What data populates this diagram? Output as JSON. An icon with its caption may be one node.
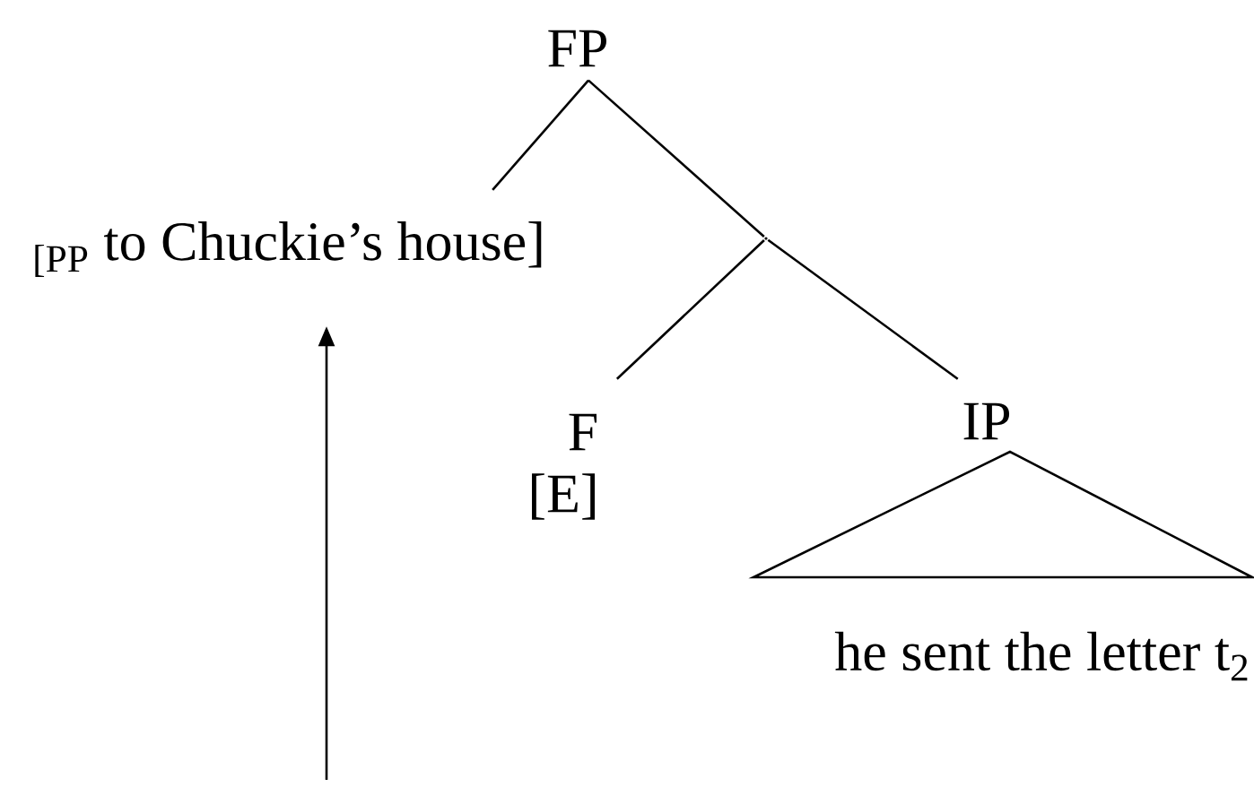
{
  "diagram": {
    "nodes": [
      {
        "text": [
          "FP"
        ]
      },
      {
        "text": [
          "$_{[PP}$ to Chuckie’s house]"
        ]
      },
      {
        "text": [],
        "shape": "point"
      },
      {
        "text": [
          "F"
        ],
        "beside": [
          "[E]"
        ]
      },
      {
        "text": [
          "IP"
        ]
      },
      {
        "text": [
          "he sent the letter t$_{2}$"
        ]
      }
    ],
    "edges": [
      {
        "from": 0,
        "to": 1,
        "arrow": "none"
      },
      {
        "from": 0,
        "to": 2,
        "arrow": "none"
      },
      {
        "from": 2,
        "to": 3,
        "arrow": "none"
      },
      {
        "from": 2,
        "to": 4,
        "arrow": "none"
      },
      {
        "from": null,
        "to": 1,
        "arrow": "to"
      }
    ]
  }
}
